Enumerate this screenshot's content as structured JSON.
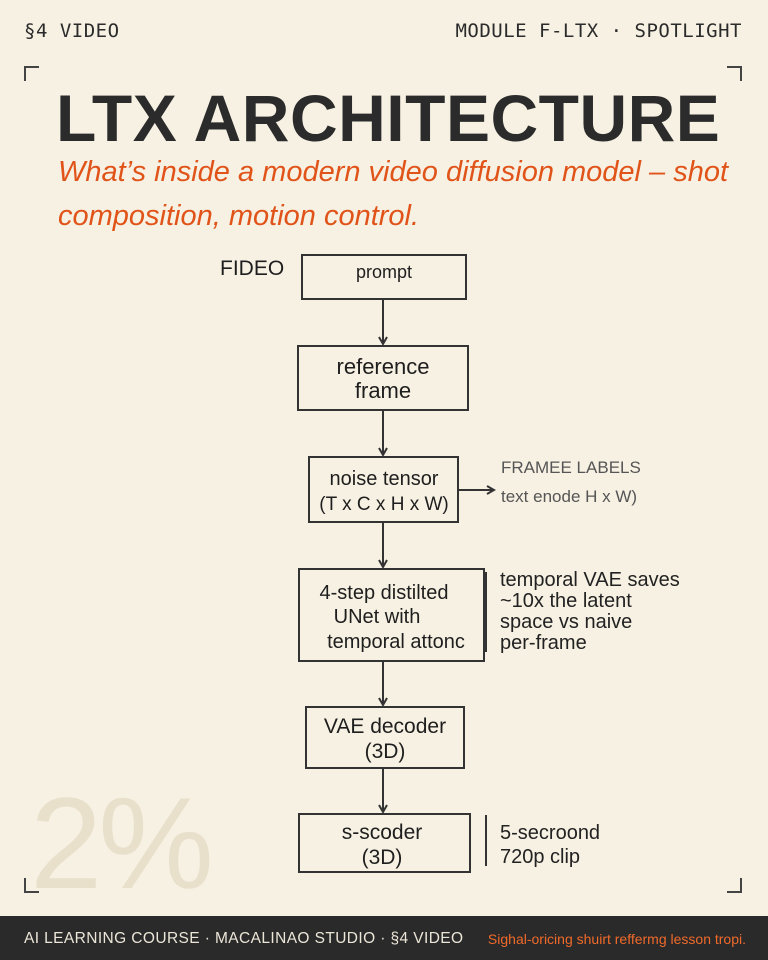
{
  "header": {
    "left": "§4 VIDEO",
    "right": "MODULE F-LTX · SPOTLIGHT"
  },
  "title": "LTX ARCHITECTURE",
  "subtitle": "What’s inside a modern video diffusion model – shot composition, motion control.",
  "diagram": {
    "side_label": "FIDEO",
    "steps": [
      {
        "lines": [
          "prompt"
        ]
      },
      {
        "lines": [
          "reference",
          "frame"
        ]
      },
      {
        "lines": [
          "noise tensor",
          "(T x C x H x W)"
        ]
      },
      {
        "lines": [
          "4-step distilted",
          "UNet with",
          "temporal attonc"
        ]
      },
      {
        "lines": [
          "VAE decoder",
          "(3D)"
        ]
      },
      {
        "lines": [
          "s-scoder",
          "(3D)"
        ]
      }
    ],
    "notes": {
      "frame_labels": {
        "title": "FRAMEE LABELS",
        "body": "text enode H x W)"
      },
      "temporal": [
        "temporal VAE saves",
        "~10x the latent",
        "space vs naive",
        "per-frame"
      ],
      "output": [
        "5-secroond",
        "720p clip"
      ]
    }
  },
  "watermark": "2%",
  "footer": {
    "left": "AI LEARNING COURSE · MACALINAO STUDIO · §4 VIDEO",
    "right": "Sighal-oricing shuirt reffermg lesson tropi."
  },
  "colors": {
    "background": "#f7f1e3",
    "accent": "#e0541a",
    "text": "#2b2b2b",
    "footer_bg": "#2a2a2a"
  }
}
